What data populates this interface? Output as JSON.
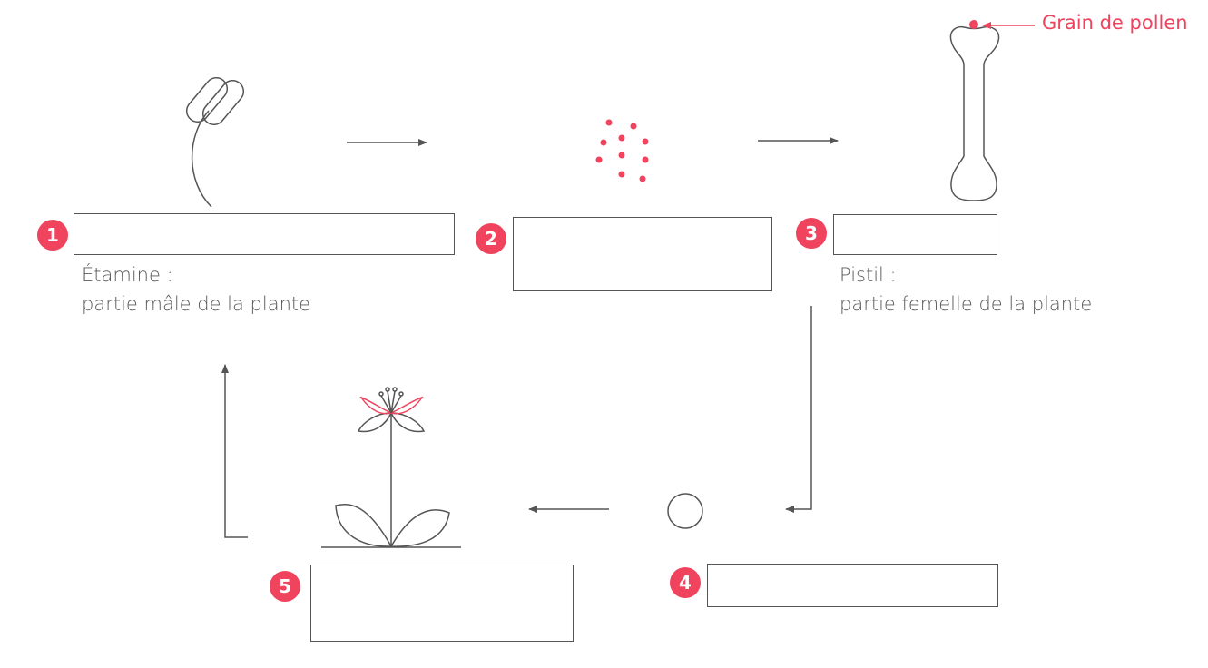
{
  "colors": {
    "accent": "#f0435d",
    "line": "#555555",
    "text": "#5a5a5a"
  },
  "steps": [
    {
      "number": "1",
      "caption_line1": "Étamine :",
      "caption_line2": "partie mâle de la plante",
      "answer": ""
    },
    {
      "number": "2",
      "answer": ""
    },
    {
      "number": "3",
      "caption_line1": "Pistil :",
      "caption_line2": "partie femelle de la plante",
      "answer": ""
    },
    {
      "number": "4",
      "answer": ""
    },
    {
      "number": "5",
      "answer": ""
    }
  ],
  "pollen_label": "Grain de pollen",
  "icons": [
    "stamen-icon",
    "pollen-grains-icon",
    "pistil-icon",
    "seed-icon",
    "plant-icon"
  ]
}
